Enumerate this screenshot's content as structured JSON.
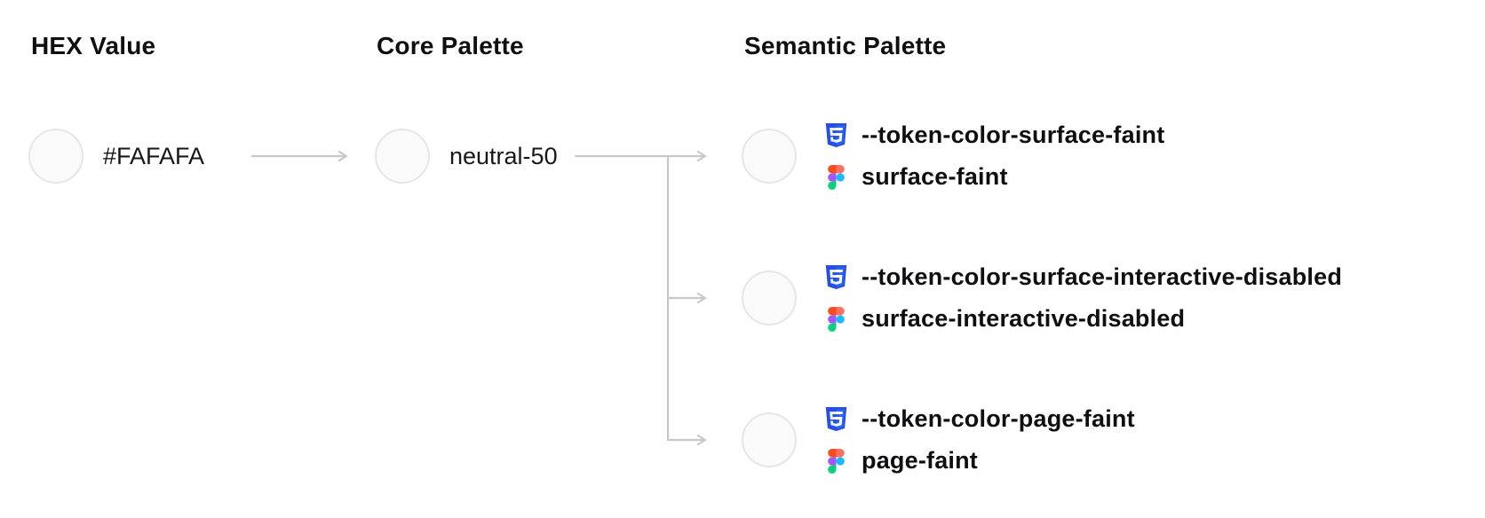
{
  "diagram": {
    "hex": {
      "header": "HEX Value",
      "value": "#FAFAFA",
      "swatch": "#FAFAFA"
    },
    "core": {
      "header": "Core Palette",
      "value": "neutral-50",
      "swatch": "#FAFAFA"
    },
    "semantic": {
      "header": "Semantic Palette",
      "tokens": [
        {
          "swatch": "#FAFAFA",
          "css_variable": "--token-color-surface-faint",
          "figma_name": "surface-faint"
        },
        {
          "swatch": "#FAFAFA",
          "css_variable": "--token-color-surface-interactive-disabled",
          "figma_name": "surface-interactive-disabled"
        },
        {
          "swatch": "#FAFAFA",
          "css_variable": "--token-color-page-faint",
          "figma_name": "page-faint"
        }
      ]
    }
  },
  "icons": {
    "css_icon": "css3-logo",
    "figma_icon": "figma-logo"
  },
  "colors": {
    "arrow": "#C4C8CF",
    "swatch_fill": "#FAFAFA",
    "swatch_border": "#E6E6E9",
    "text": "#0F0F11",
    "background": "#FFFFFF",
    "css_logo_blue": "#264DE4",
    "figma_red": "#F24E1E",
    "figma_salmon": "#FF7262",
    "figma_purple": "#A259FF",
    "figma_blue": "#1ABCFE",
    "figma_green": "#0ACF83"
  }
}
